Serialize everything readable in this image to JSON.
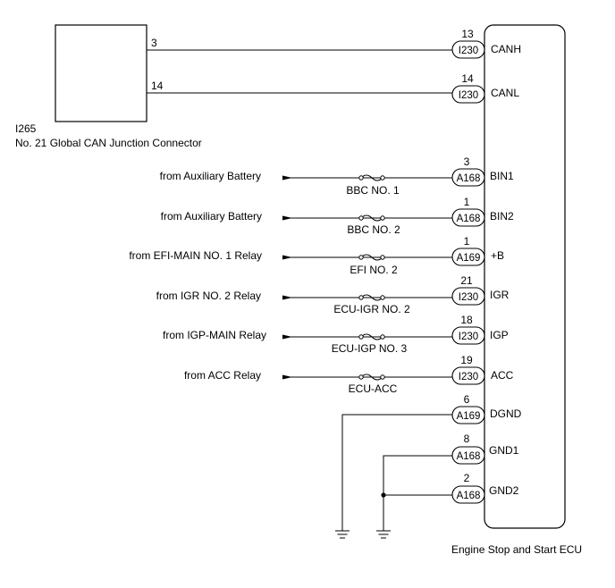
{
  "diagram": {
    "junction_connector": {
      "code": "I265",
      "name": "No. 21 Global CAN Junction Connector",
      "pins": [
        "3",
        "14"
      ]
    },
    "ecu": {
      "name": "Engine Stop and Start ECU"
    },
    "can_lines": [
      {
        "source_pin": "3",
        "ecu_pin": "13",
        "connector": "I230",
        "terminal": "CANH"
      },
      {
        "source_pin": "14",
        "ecu_pin": "14",
        "connector": "I230",
        "terminal": "CANL"
      }
    ],
    "power_lines": [
      {
        "source": "from Auxiliary Battery",
        "fuse": "BBC NO. 1",
        "ecu_pin": "3",
        "connector": "A168",
        "terminal": "BIN1"
      },
      {
        "source": "from Auxiliary Battery",
        "fuse": "BBC NO. 2",
        "ecu_pin": "1",
        "connector": "A168",
        "terminal": "BIN2"
      },
      {
        "source": "from EFI-MAIN NO. 1 Relay",
        "fuse": "EFI NO. 2",
        "ecu_pin": "1",
        "connector": "A169",
        "terminal": "+B"
      },
      {
        "source": "from IGR NO. 2 Relay",
        "fuse": "ECU-IGR NO. 2",
        "ecu_pin": "21",
        "connector": "I230",
        "terminal": "IGR"
      },
      {
        "source": "from IGP-MAIN Relay",
        "fuse": "ECU-IGP NO. 3",
        "ecu_pin": "18",
        "connector": "I230",
        "terminal": "IGP"
      },
      {
        "source": "from ACC Relay",
        "fuse": "ECU-ACC",
        "ecu_pin": "19",
        "connector": "I230",
        "terminal": "ACC"
      }
    ],
    "ground_lines": [
      {
        "ecu_pin": "6",
        "connector": "A169",
        "terminal": "DGND"
      },
      {
        "ecu_pin": "8",
        "connector": "A168",
        "terminal": "GND1"
      },
      {
        "ecu_pin": "2",
        "connector": "A168",
        "terminal": "GND2"
      }
    ]
  }
}
